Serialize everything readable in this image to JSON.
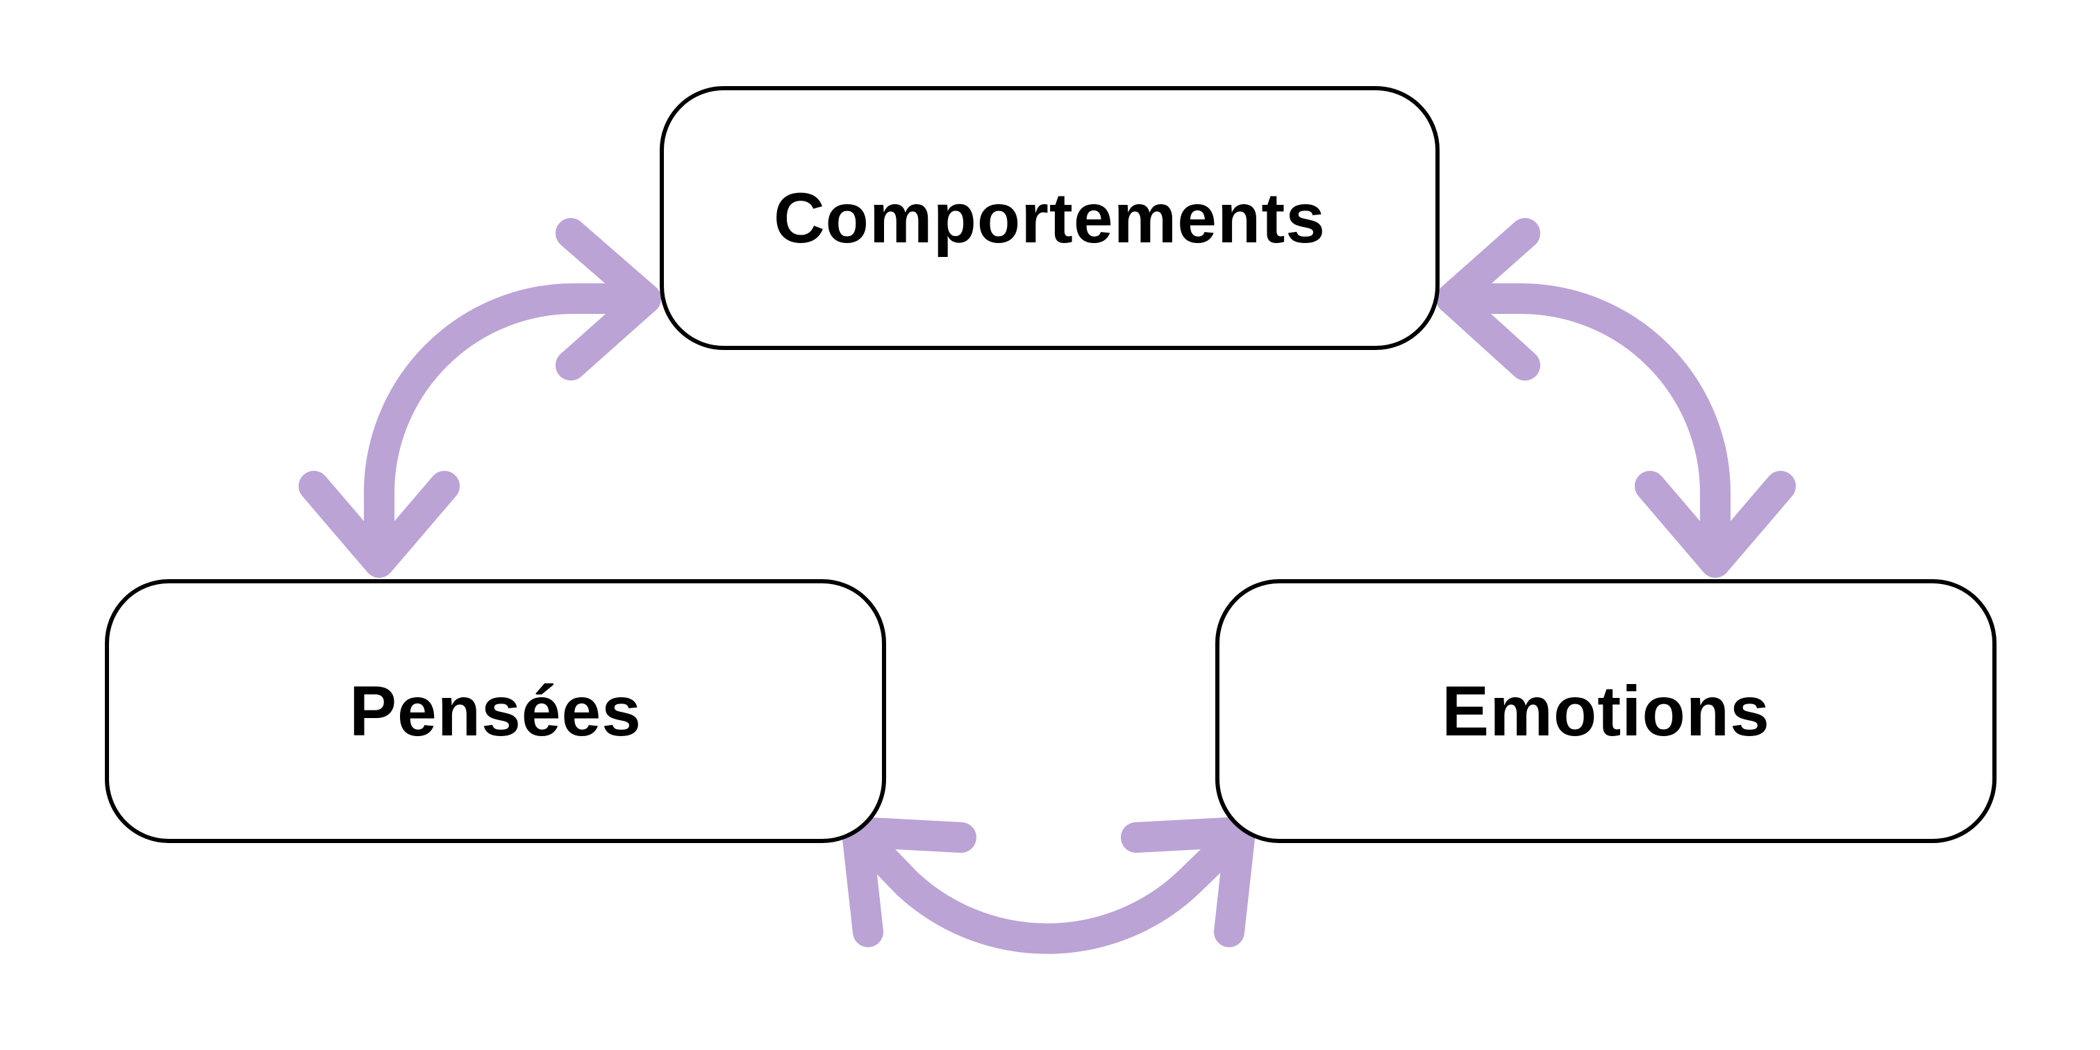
{
  "diagram": {
    "nodes": {
      "comportements": "Comportements",
      "pensees": "Pensées",
      "emotions": "Emotions"
    },
    "edges": [
      {
        "from": "Comportements",
        "to": "Pensées",
        "direction": "bidirectional"
      },
      {
        "from": "Comportements",
        "to": "Emotions",
        "direction": "bidirectional"
      },
      {
        "from": "Pensées",
        "to": "Emotions",
        "direction": "bidirectional"
      }
    ],
    "colors": {
      "arrow": "#BBA3D6",
      "border": "#000000",
      "text": "#000000",
      "background": "#FFFFFF"
    }
  }
}
